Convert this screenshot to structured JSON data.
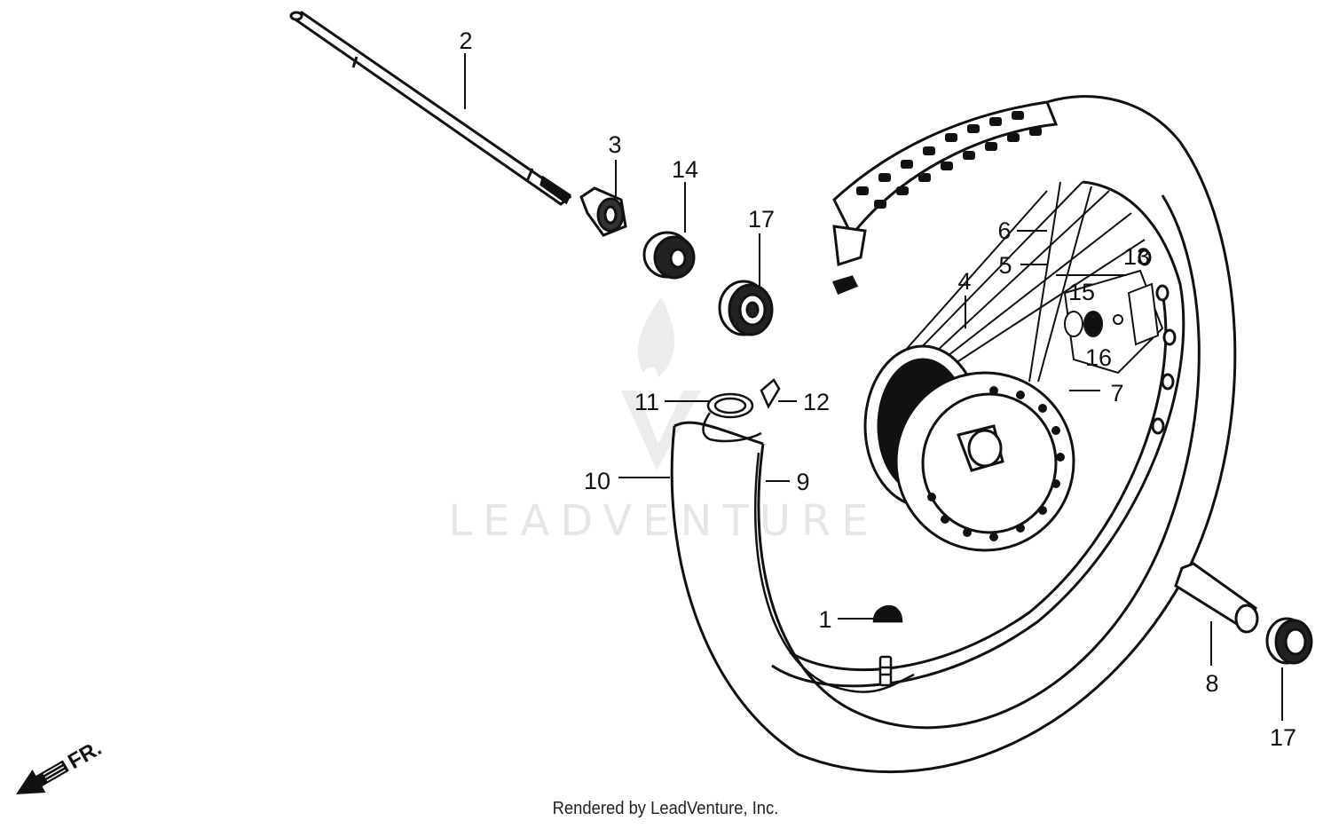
{
  "diagram": {
    "callouts": [
      {
        "id": "1",
        "label": "1"
      },
      {
        "id": "2",
        "label": "2"
      },
      {
        "id": "3",
        "label": "3"
      },
      {
        "id": "4",
        "label": "4"
      },
      {
        "id": "5",
        "label": "5"
      },
      {
        "id": "6",
        "label": "6"
      },
      {
        "id": "7",
        "label": "7"
      },
      {
        "id": "8",
        "label": "8"
      },
      {
        "id": "9",
        "label": "9"
      },
      {
        "id": "10",
        "label": "10"
      },
      {
        "id": "11",
        "label": "11"
      },
      {
        "id": "12",
        "label": "12"
      },
      {
        "id": "13",
        "label": "13"
      },
      {
        "id": "14",
        "label": "14"
      },
      {
        "id": "15",
        "label": "15"
      },
      {
        "id": "16",
        "label": "16"
      },
      {
        "id": "17a",
        "label": "17"
      },
      {
        "id": "17b",
        "label": "17"
      }
    ],
    "direction_arrow": {
      "label": "FR.",
      "icon": "front-direction-arrow-icon"
    },
    "watermark": {
      "text": "LEADVENTURE",
      "icon": "leadventure-flame-logo-icon"
    }
  },
  "footer": {
    "text": "Rendered by LeadVenture, Inc."
  }
}
